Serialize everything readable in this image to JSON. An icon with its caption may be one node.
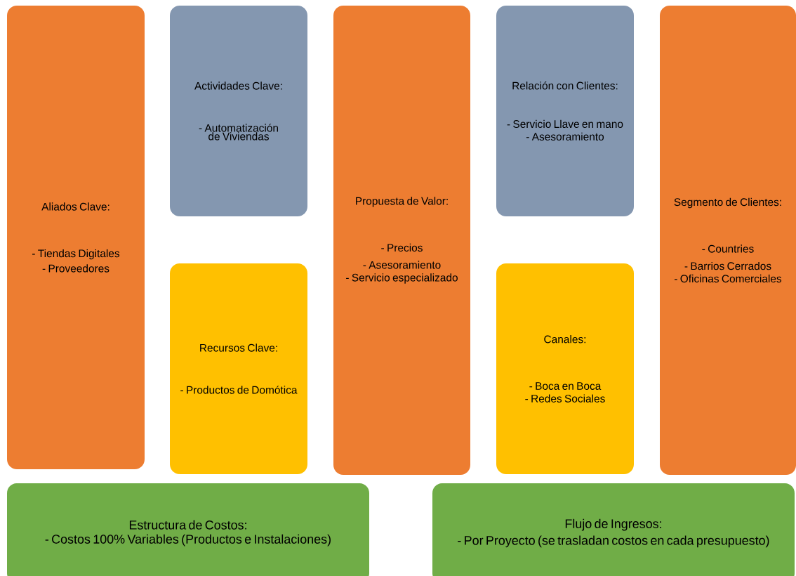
{
  "diagram": {
    "nodes": [
      {
        "text": [
          "Aliados Clave:",
          "- Tiendas Digitales",
          "- Proveedores"
        ]
      },
      {
        "text": [
          "Actividades Clave:",
          "- Automatización de Viviendas"
        ]
      },
      {
        "text": [
          "Recursos Clave:",
          "- Productos de Domótica"
        ]
      },
      {
        "text": [
          "Propuesta de Valor:",
          "- Precios",
          "- Asesoramiento",
          "- Servicio especializado"
        ]
      },
      {
        "text": [
          "Relación con Clientes:",
          "- Servicio Llave en mano",
          "- Asesoramiento"
        ]
      },
      {
        "text": [
          "Canales:",
          "- Boca en Boca",
          "- Redes Sociales"
        ]
      },
      {
        "text": [
          "Segmento de Clientes:",
          "- Countries",
          "- Barrios Cerrados",
          "- Oficinas Comerciales"
        ]
      },
      {
        "text": [
          "Estructura de Costos:",
          "- Costos 100% Variables (Productos e Instalaciones)"
        ]
      },
      {
        "text": [
          "Flujo de Ingresos:",
          "- Por Proyecto (se trasladan costos en cada presupuesto)"
        ]
      }
    ]
  }
}
